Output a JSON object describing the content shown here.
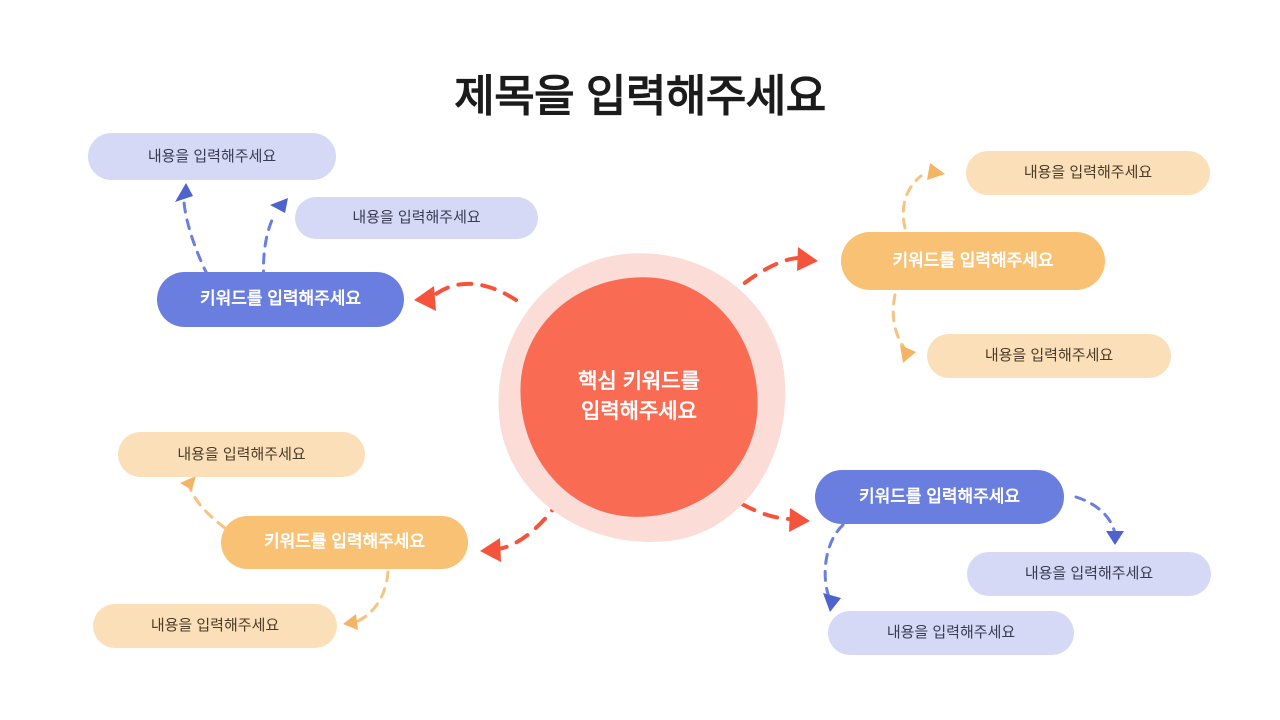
{
  "title": "제목을 입력해주세요",
  "core": {
    "label": "핵심 키워드를\n입력해주세요",
    "color": "#f96b52",
    "halo_color": "#fbdcd6"
  },
  "colors": {
    "keyword_blue": "#6a7ee0",
    "keyword_orange": "#f9c173",
    "content_blue": "#d5d9f5",
    "content_orange": "#fbdfb8",
    "arrow_coral": "#f4543c",
    "arrow_blue": "#6a7ee0",
    "arrow_orange": "#f6c383",
    "title_text": "#1b1b1b"
  },
  "branches": [
    {
      "id": "top-left",
      "accent": "blue",
      "keyword": "키워드를 입력해주세요",
      "contents": [
        "내용을 입력해주세요",
        "내용을 입력해주세요"
      ]
    },
    {
      "id": "top-right",
      "accent": "orange",
      "keyword": "키워드를 입력해주세요",
      "contents": [
        "내용을 입력해주세요",
        "내용을 입력해주세요"
      ]
    },
    {
      "id": "bottom-left",
      "accent": "orange",
      "keyword": "키워드를 입력해주세요",
      "contents": [
        "내용을 입력해주세요",
        "내용을 입력해주세요"
      ]
    },
    {
      "id": "bottom-right",
      "accent": "blue",
      "keyword": "키워드를 입력해주세요",
      "contents": [
        "내용을 입력해주세요",
        "내용을 입력해주세요"
      ]
    }
  ]
}
